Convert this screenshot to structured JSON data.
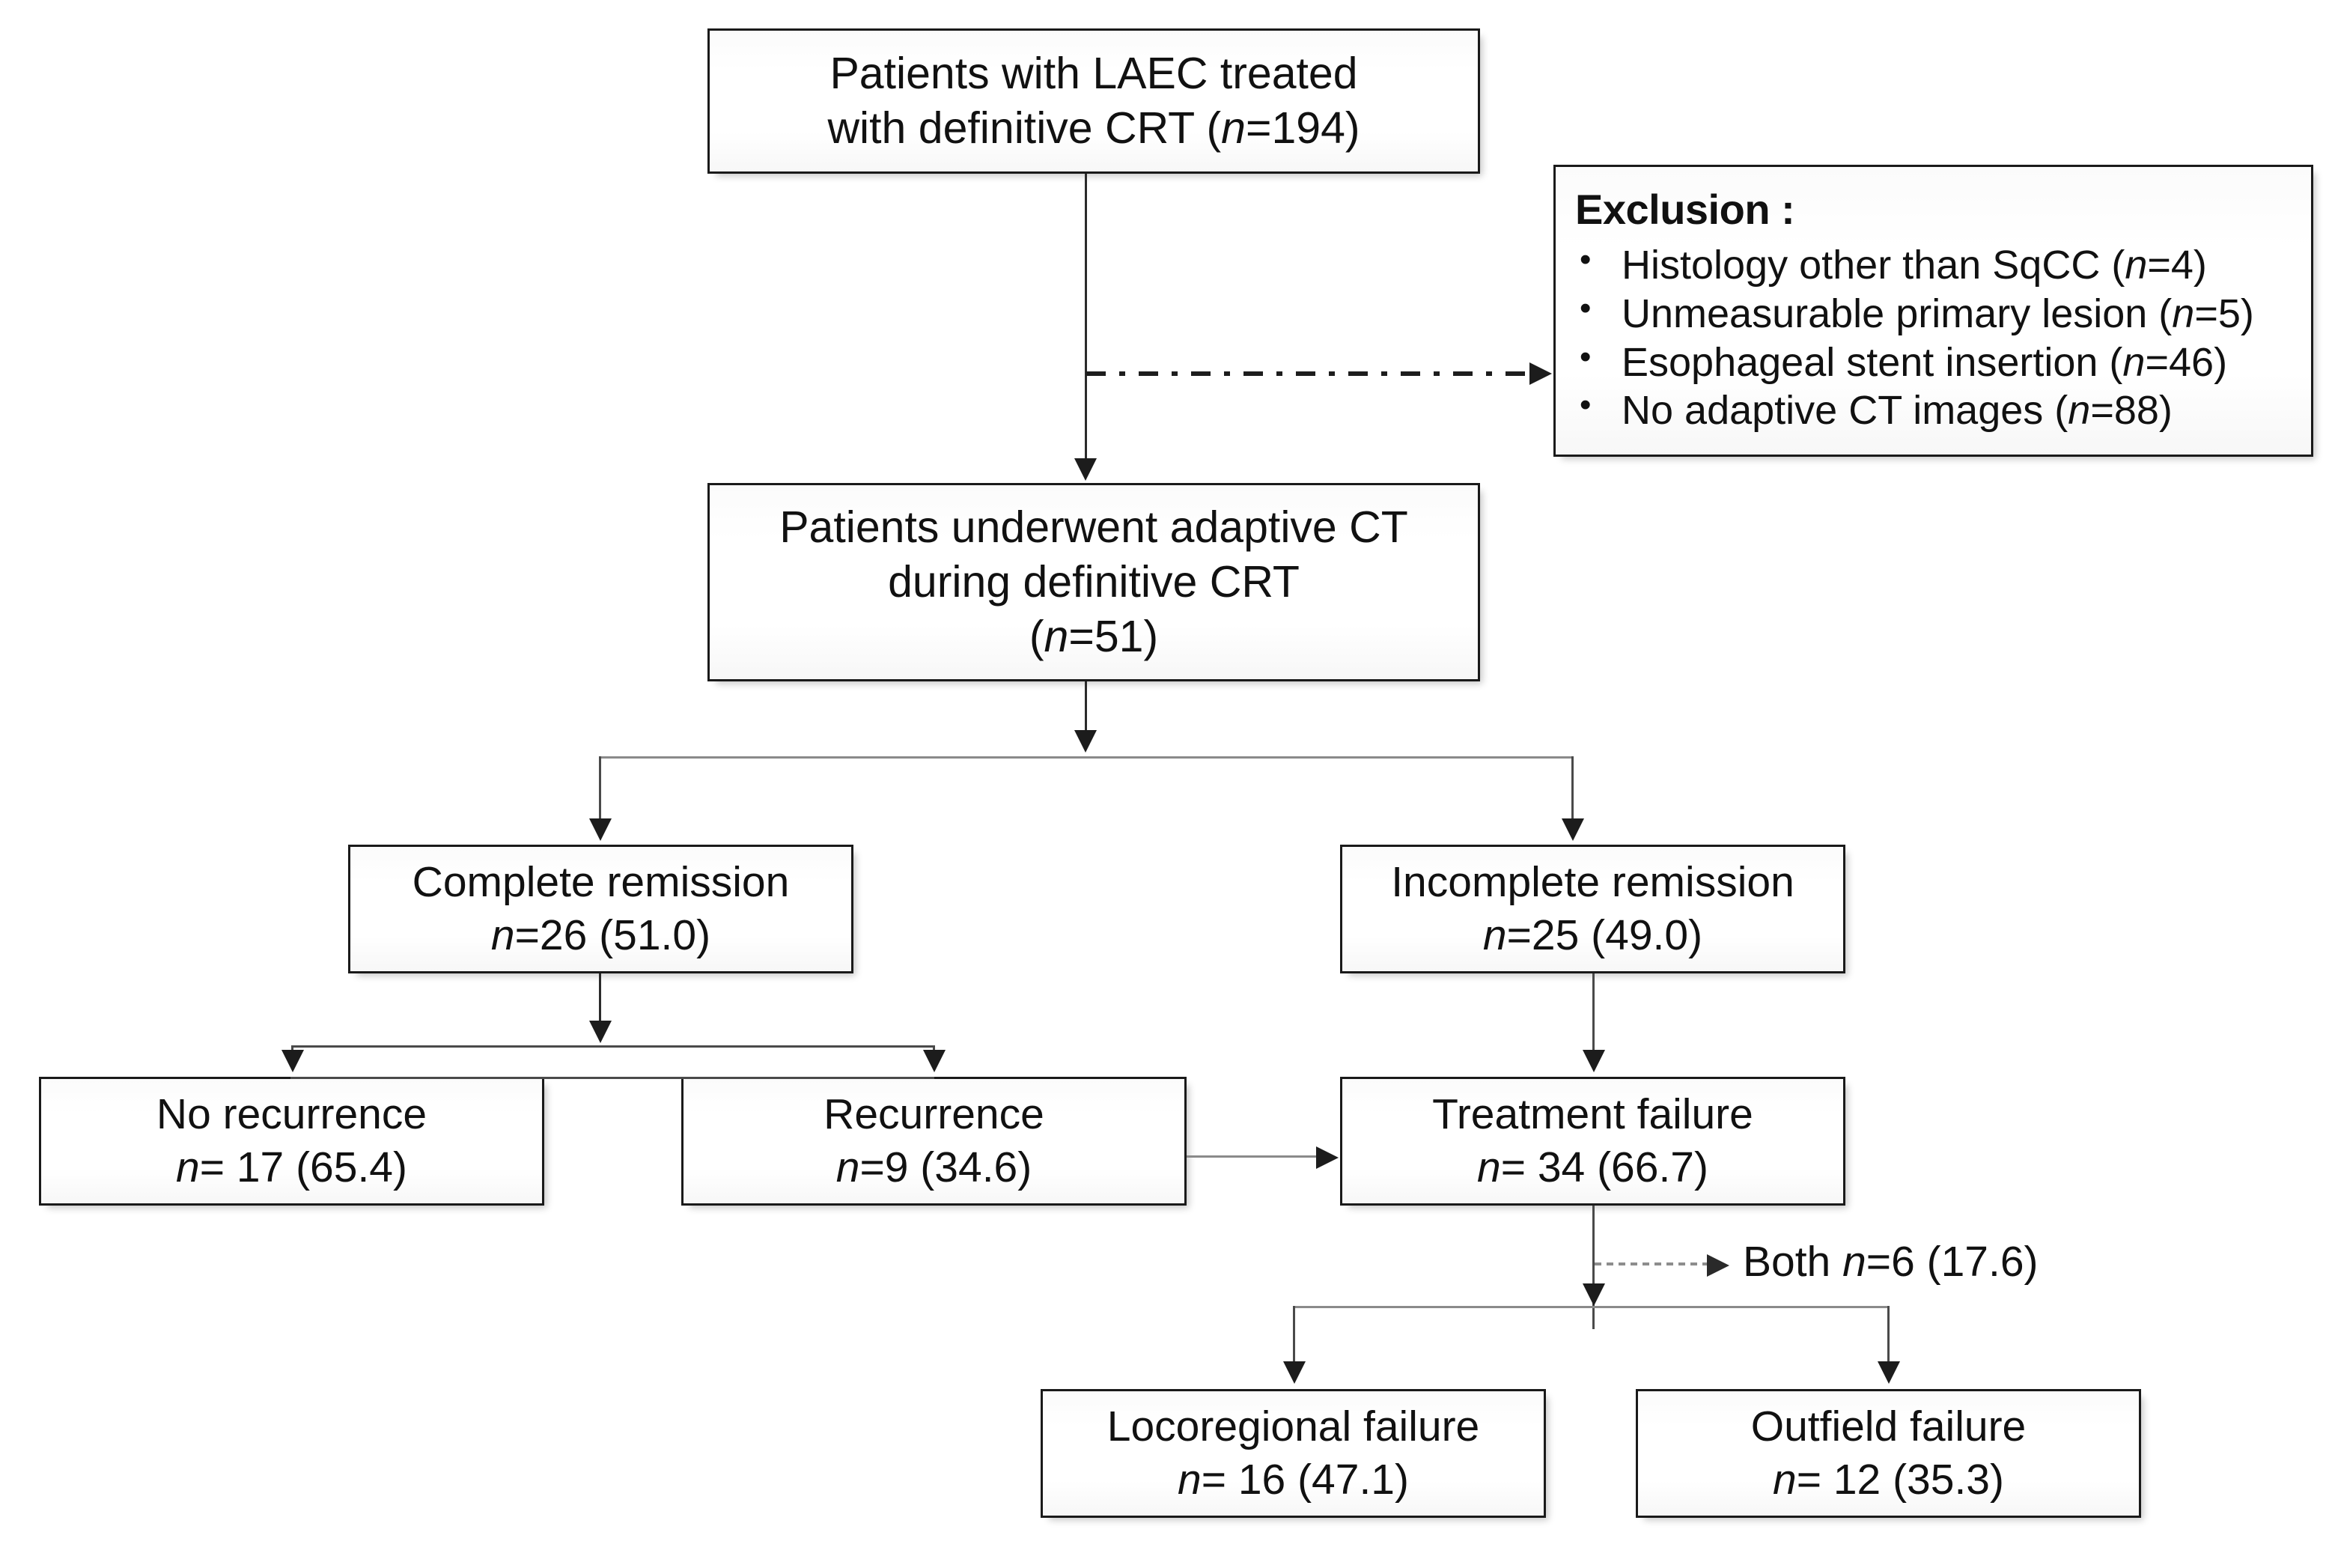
{
  "diagram": {
    "title": "CONSORT-style patient flow diagram",
    "nodes": {
      "enrolled": {
        "line1": "Patients with LAEC treated",
        "line2_pre": "with definitive CRT (",
        "line2_var": "n",
        "line2_post": "=194)"
      },
      "exclusion": {
        "title": "Exclusion :",
        "items": [
          {
            "text_pre": "Histology other than SqCC (",
            "var": "n",
            "text_post": "=4)"
          },
          {
            "text_pre": "Unmeasurable primary lesion (",
            "var": "n",
            "text_post": "=5)"
          },
          {
            "text_pre": "Esophageal stent insertion (",
            "var": "n",
            "text_post": "=46)"
          },
          {
            "text_pre": "No adaptive CT images (",
            "var": "n",
            "text_post": "=88)"
          }
        ]
      },
      "adaptive": {
        "line1": "Patients underwent adaptive CT",
        "line2": "during definitive CRT",
        "line3_pre": "(",
        "line3_var": "n",
        "line3_post": "=51)"
      },
      "complete_remission": {
        "label": "Complete remission",
        "var": "n",
        "value": "=26 (51.0)"
      },
      "incomplete_remission": {
        "label": "Incomplete remission",
        "var": "n",
        "value": "=25 (49.0)"
      },
      "no_recurrence": {
        "label": "No recurrence",
        "var": "n",
        "value": "= 17 (65.4)"
      },
      "recurrence": {
        "label": "Recurrence",
        "var": "n",
        "value": "=9 (34.6)"
      },
      "treatment_failure": {
        "label": "Treatment failure",
        "var": "n",
        "value": "= 34 (66.7)"
      },
      "locoregional_failure": {
        "label": "Locoregional failure",
        "var": "n",
        "value": "= 16 (47.1)"
      },
      "outfield_failure": {
        "label": "Outfield failure",
        "var": "n",
        "value": "= 12 (35.3)"
      }
    },
    "annotations": {
      "both": {
        "pre": "Both ",
        "var": "n",
        "post": "=6 (17.6)"
      }
    },
    "colors": {
      "box_border": "#1a1a1a",
      "box_fill": "#ffffff",
      "connector": "#4a4a4a",
      "text": "#111111"
    }
  },
  "chart_data": {
    "type": "diagram",
    "title": "Patient flow diagram",
    "flow": [
      {
        "id": "enrolled",
        "label": "Patients with LAEC treated with definitive CRT",
        "n": 194
      },
      {
        "id": "exclusion",
        "label": "Exclusion",
        "items": [
          {
            "label": "Histology other than SqCC",
            "n": 4
          },
          {
            "label": "Unmeasurable primary lesion",
            "n": 5
          },
          {
            "label": "Esophageal stent insertion",
            "n": 46
          },
          {
            "label": "No adaptive CT images",
            "n": 88
          }
        ]
      },
      {
        "id": "adaptive",
        "label": "Patients underwent adaptive CT during definitive CRT",
        "n": 51
      },
      {
        "id": "complete_remission",
        "label": "Complete remission",
        "n": 26,
        "percent": 51.0
      },
      {
        "id": "incomplete_remission",
        "label": "Incomplete remission",
        "n": 25,
        "percent": 49.0
      },
      {
        "id": "no_recurrence",
        "label": "No recurrence",
        "n": 17,
        "percent": 65.4
      },
      {
        "id": "recurrence",
        "label": "Recurrence",
        "n": 9,
        "percent": 34.6
      },
      {
        "id": "treatment_failure",
        "label": "Treatment failure",
        "n": 34,
        "percent": 66.7
      },
      {
        "id": "both",
        "label": "Both",
        "n": 6,
        "percent": 17.6
      },
      {
        "id": "locoregional_failure",
        "label": "Locoregional failure",
        "n": 16,
        "percent": 47.1
      },
      {
        "id": "outfield_failure",
        "label": "Outfield failure",
        "n": 12,
        "percent": 35.3
      }
    ],
    "edges": [
      {
        "from": "enrolled",
        "to": "adaptive",
        "style": "solid"
      },
      {
        "from": "enrolled",
        "to": "exclusion",
        "style": "dash-dot"
      },
      {
        "from": "adaptive",
        "to": "complete_remission",
        "style": "solid"
      },
      {
        "from": "adaptive",
        "to": "incomplete_remission",
        "style": "solid"
      },
      {
        "from": "complete_remission",
        "to": "no_recurrence",
        "style": "solid"
      },
      {
        "from": "complete_remission",
        "to": "recurrence",
        "style": "solid"
      },
      {
        "from": "recurrence",
        "to": "treatment_failure",
        "style": "solid"
      },
      {
        "from": "incomplete_remission",
        "to": "treatment_failure",
        "style": "solid"
      },
      {
        "from": "treatment_failure",
        "to": "both",
        "style": "dotted"
      },
      {
        "from": "treatment_failure",
        "to": "locoregional_failure",
        "style": "solid"
      },
      {
        "from": "treatment_failure",
        "to": "outfield_failure",
        "style": "solid"
      }
    ]
  }
}
